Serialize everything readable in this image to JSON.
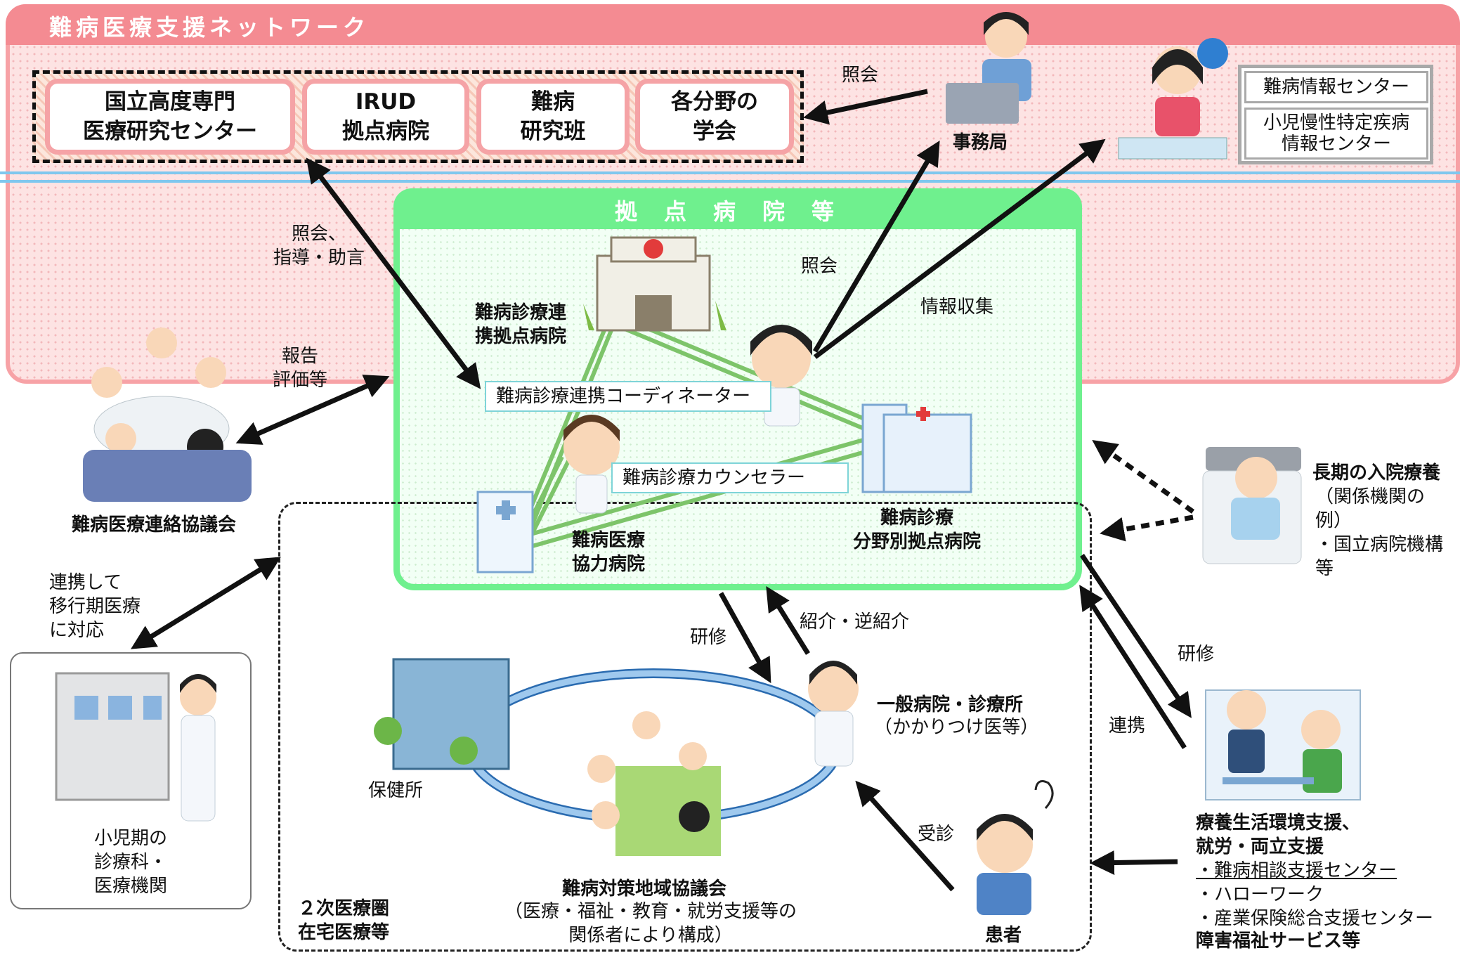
{
  "network": {
    "title": "難病医療支援ネットワーク",
    "institutions": [
      "国立高度専門\n医療研究センター",
      "IRUD\n拠点病院",
      "難病\n研究班",
      "各分野の\n学会"
    ],
    "secretariat": "事務局",
    "info_centers": [
      "難病情報センター",
      "小児慢性特定疾病\n情報センター"
    ]
  },
  "hub": {
    "title": "拠点病院等",
    "collab_hospital": "難病診療連\n携拠点病院",
    "coordinator": "難病診療連携コーディネーター",
    "counselor": "難病診療カウンセラー",
    "specialty_hospital": "難病診療\n分野別拠点病院",
    "coop_hospital": "難病医療\n協力病院"
  },
  "council": "難病医療連絡協議会",
  "pediatric": "小児期の\n診療科・\n医療機関",
  "area_label": "２次医療圏\n在宅医療等",
  "health_center": "保健所",
  "regional_council": {
    "title": "難病対策地域協議会",
    "note": "（医療・福祉・教育・就労支援等の\n関係者により構成）"
  },
  "general_clinic": {
    "title": "一般病院・診療所",
    "note": "（かかりつけ医等）"
  },
  "patient": "患者",
  "long_term": {
    "title": "長期の入院療養",
    "note": "（関係機関の例）\n・国立病院機構等"
  },
  "support": {
    "title": "療養生活環境支援、\n就労・両立支援",
    "items": [
      "・難病相談支援センター",
      "・ハローワーク",
      "・産業保険総合支援センター"
    ],
    "footer": "障害福祉サービス等"
  },
  "arrows": {
    "inquiry_top": "照会",
    "inquiry_guidance": "照会、\n指導・助言",
    "inquiry_hub": "照会",
    "info_collect": "情報収集",
    "report": "報告\n評価等",
    "transition": "連携して\n移行期医療\nに対応",
    "training_left": "研修",
    "referral": "紹介・逆紹介",
    "training_right": "研修",
    "cooperation": "連携",
    "consult": "受診"
  },
  "colors": {
    "network_fill": "#fde3e3",
    "network_border": "#f48b92",
    "hub_border": "#6ff08e",
    "ring": "#9fc9ee"
  }
}
